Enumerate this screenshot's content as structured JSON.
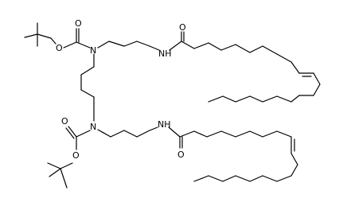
{
  "structure": {
    "atoms": {
      "o_carbonyl_top": "O",
      "o_ester_top": "O",
      "n_top": "N",
      "nh_top": "NH",
      "o_amide_top": "O",
      "n_bottom": "N",
      "o_carbonyl_bottom": "O",
      "o_ester_bottom": "O",
      "nh_bottom": "NH",
      "o_amide_bottom": "O"
    }
  }
}
